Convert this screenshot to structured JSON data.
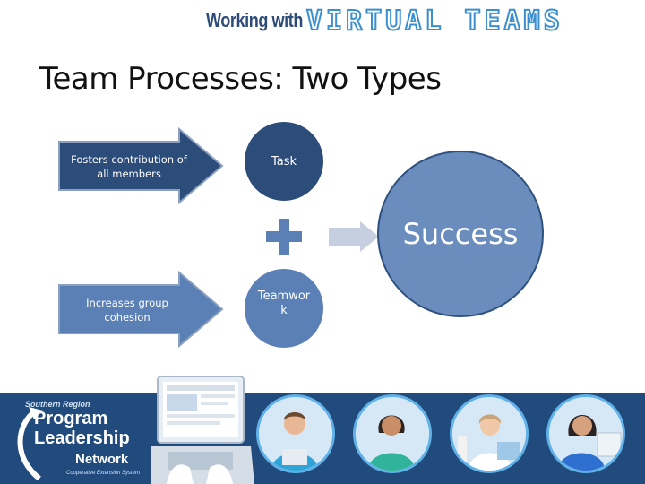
{
  "header": {
    "brand_small": "Working with",
    "brand_big": "VIRTUAL TEAMS"
  },
  "slide": {
    "title": "Team Processes:  Two Types"
  },
  "arrows": [
    {
      "text": "Fosters contribution of all members"
    },
    {
      "text": "Increases group cohesion"
    }
  ],
  "circles": {
    "task": "Task",
    "teamwork": "Teamwork",
    "success": "Success"
  },
  "footer": {
    "logo_line1": "Southern Region",
    "logo_line2": "Program",
    "logo_line3": "Leadership",
    "logo_line4": "Network",
    "logo_line5": "Cooperative Extension System"
  },
  "colors": {
    "dark_blue": "#2c4d7a",
    "mid_blue": "#5b80b5",
    "success_blue": "#6b8dbe",
    "footer_blue": "#214a7d",
    "accent_cyan": "#3a8fd0"
  }
}
